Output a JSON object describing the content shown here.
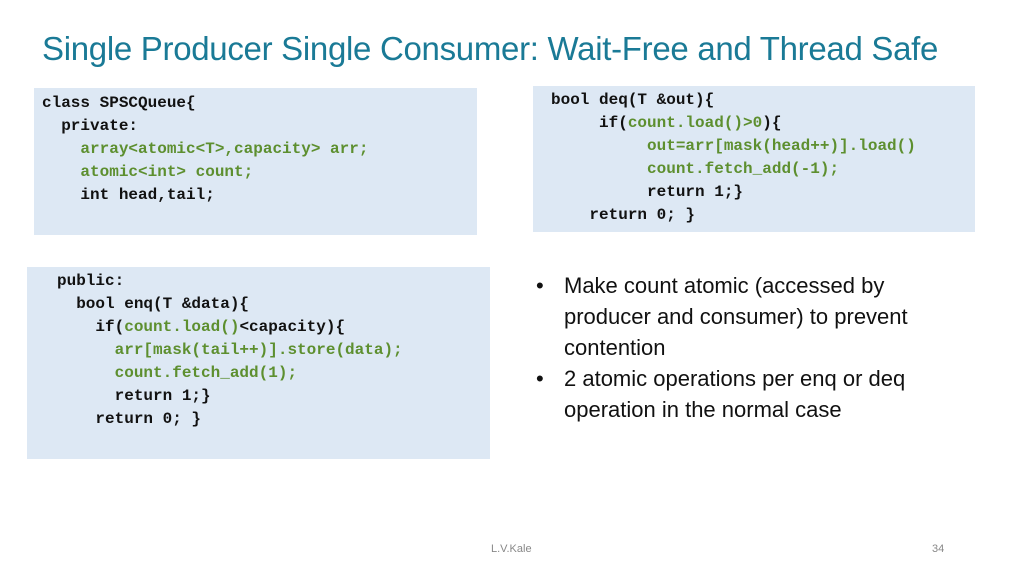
{
  "slide": {
    "title": "Single Producer Single Consumer: Wait-Free and Thread Safe",
    "footer": "L.V.Kale",
    "page_number": "34"
  },
  "code_class": {
    "line1": "class SPSCQueue{",
    "line2": "  private:",
    "line3": "    array<atomic<T>,capacity> arr;",
    "line4": "    atomic<int> count;",
    "line5": "    int head,tail;"
  },
  "code_deq": {
    "line1": "bool deq(T &out){",
    "line2_a": "     if(",
    "line2_b": "count.load()>0",
    "line2_c": "){",
    "line3": "out=arr[mask(head++)].load()",
    "line4": "count.fetch_add(-1);",
    "line5": "return 1;}",
    "line6": "    return 0; }"
  },
  "code_enq": {
    "line1": "public:",
    "line2": "  bool enq(T &data){",
    "line3_a": "    if(",
    "line3_b": "count.load()",
    "line3_c": "<capacity){",
    "line4": "arr[mask(tail++)].store(data);",
    "line5": "count.fetch_add(1);",
    "line6": "return 1;}",
    "line7": "    return 0; }"
  },
  "bullets": [
    {
      "marker": "•",
      "text": "Make count atomic (accessed by producer and consumer) to prevent contention"
    },
    {
      "marker": "•",
      "text": "2 atomic operations per enq or deq operation in the normal case"
    }
  ],
  "colors": {
    "title": "#1a7a96",
    "code_box_bg": "#dde8f4",
    "code_highlight": "#5d8f2f"
  }
}
